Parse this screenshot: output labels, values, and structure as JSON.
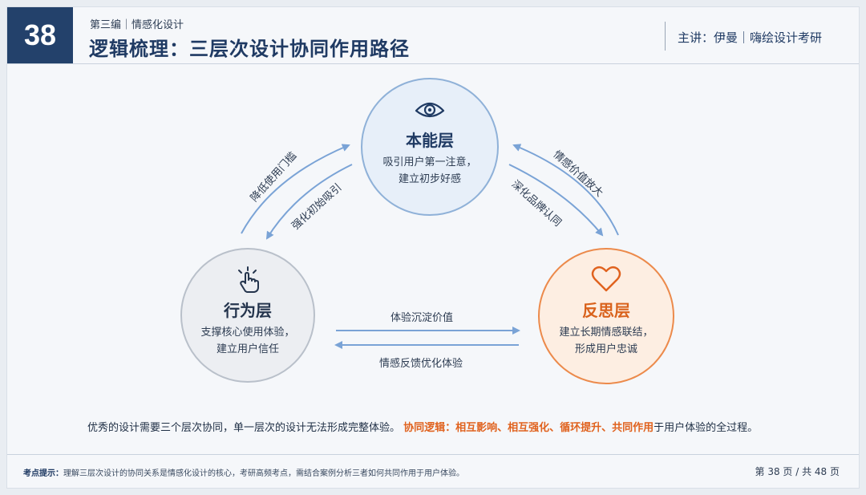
{
  "header": {
    "number": "38",
    "section": "第三编｜情感化设计",
    "title": "逻辑梳理：三层次设计协同作用路径",
    "lecturer": "主讲：伊曼｜嗨绘设计考研"
  },
  "layers": {
    "instinct": {
      "icon": "eye-icon",
      "title": "本能层",
      "desc1": "吸引用户第一注意，",
      "desc2": "建立初步好感",
      "color": "#1f3a63"
    },
    "behavior": {
      "icon": "hand-pointer-icon",
      "title": "行为层",
      "desc1": "支撑核心使用体验，",
      "desc2": "建立用户信任",
      "color": "#24344d"
    },
    "reflection": {
      "icon": "heart-icon",
      "title": "反思层",
      "desc1": "建立长期情感联结，",
      "desc2": "形成用户忠诚",
      "color": "#d9621c"
    }
  },
  "arrows": {
    "behavior_to_instinct": "降低使用门槛",
    "instinct_to_behavior": "强化初始吸引",
    "reflection_to_instinct": "情感价值放大",
    "instinct_to_reflection": "深化品牌认同",
    "behavior_to_reflection": "体验沉淀价值",
    "reflection_to_behavior": "情感反馈优化体验"
  },
  "summary": {
    "text": "优秀的设计需要三个层次协同，单一层次的设计无法形成完整体验。",
    "highlight": "协同逻辑：相互影响、相互强化、循环提升、共同作用",
    "tail": "于用户体验的全过程。"
  },
  "footer": {
    "tip_label": "考点提示：",
    "tip_text": "理解三层次设计的协同关系是情感化设计的核心，考研高频考点，需结合案例分析三者如何共同作用于用户体验。",
    "page": "第 38 页 / 共 48 页"
  },
  "colors": {
    "brand": "#23416b",
    "accent": "#e0621e",
    "arrow": "#7aa3d6"
  }
}
